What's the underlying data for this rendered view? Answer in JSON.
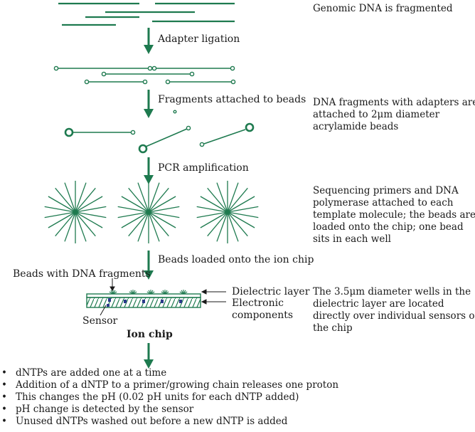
{
  "steps": {
    "adapter_ligation": "Adapter ligation",
    "fragments_attached": "Fragments attached to beads",
    "pcr": "PCR amplification",
    "beads_loaded": "Beads loaded onto the ion chip"
  },
  "notes": {
    "genomic": "Genomic DNA is fragmented",
    "adapters": [
      "DNA fragments with adapters are",
      "attached to 2μm diameter",
      "acrylamide beads"
    ],
    "primers": [
      "Sequencing primers and DNA",
      "polymerase attached to each",
      "template molecule; the beads are",
      "loaded onto the chip; one bead",
      "sits in each well"
    ],
    "wells": [
      "The 3.5μm diameter wells in the",
      "dielectric layer are located",
      "directly over individual sensors of",
      "the chip"
    ]
  },
  "chip_labels": {
    "beads_with_dna": "Beads with DNA fragments",
    "dielectric": "Dielectric layer",
    "electronic": [
      "Electronic",
      "components"
    ],
    "sensor": "Sensor",
    "ion_chip": "Ion chip"
  },
  "bullets": [
    "dNTPs are added one at a time",
    "Addition of a dNTP to a primer/growing chain releases one proton",
    "This changes the pH (0.02 pH units for each dNTP added)",
    "pH change is detected by the sensor",
    "Unused dNTPs washed out before a  new dNTP is added"
  ],
  "colors": {
    "green": "#1e7a4f"
  }
}
